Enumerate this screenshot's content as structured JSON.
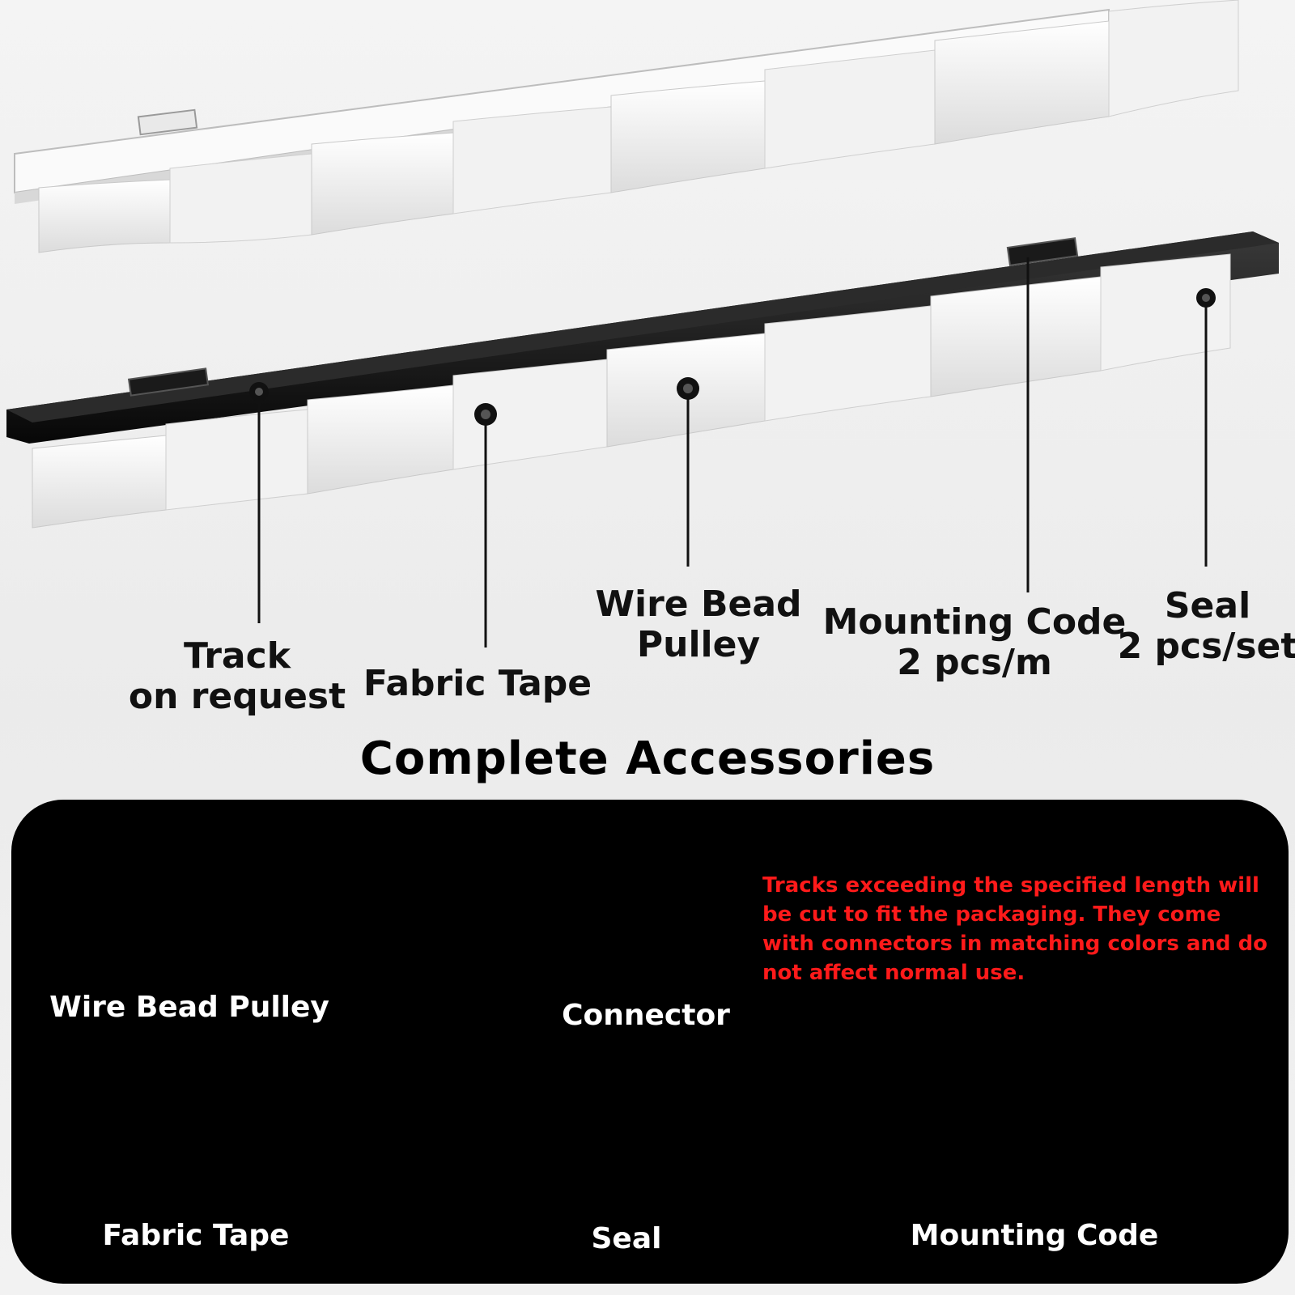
{
  "callouts": {
    "track": [
      "Track",
      "on request"
    ],
    "fabric_tape": [
      "Fabric Tape"
    ],
    "wire_bead_pulley": [
      "Wire Bead",
      "Pulley"
    ],
    "mounting_code": [
      "Mounting Code",
      "2 pcs/m"
    ],
    "seal": [
      "Seal",
      "2 pcs/set"
    ]
  },
  "heading": "Complete Accessories",
  "accessories": {
    "wire_bead_pulley": "Wire Bead Pulley",
    "connector": "Connector",
    "fabric_tape": "Fabric Tape",
    "seal": "Seal",
    "mounting_code": "Mounting Code"
  },
  "note": "Tracks exceeding the specified length will be cut to fit the packaging. They come with connectors in matching colors and do not affect normal use.",
  "colors": {
    "note_red": "#ff1a1a",
    "panel_black": "#000000",
    "track_white": "#f7f7f7",
    "track_black": "#141414"
  }
}
